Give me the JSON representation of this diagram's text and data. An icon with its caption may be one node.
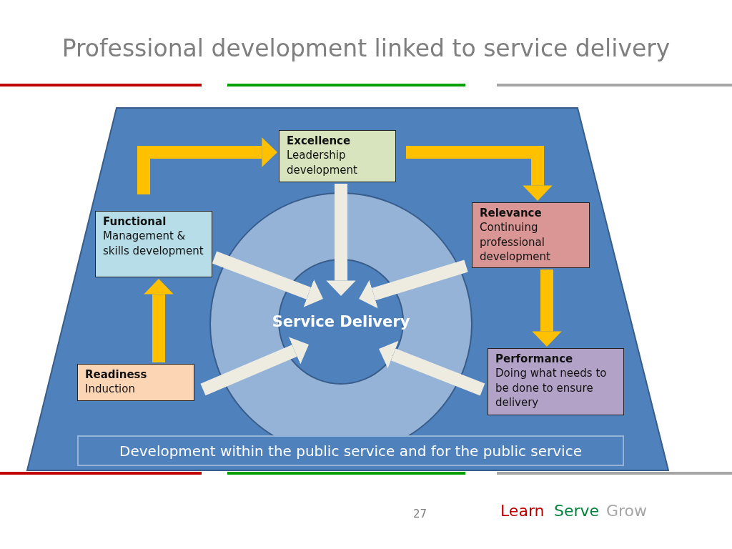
{
  "diagram": {
    "title": "Professional development linked to service delivery",
    "nodes": [
      {
        "text": [
          "Excellence",
          "Leadership development"
        ]
      },
      {
        "text": [
          "Relevance",
          "Continuing professional development"
        ]
      },
      {
        "text": [
          "Performance",
          "Doing what needs to be done to ensure delivery"
        ]
      },
      {
        "text": [
          "Readiness",
          "Induction"
        ]
      },
      {
        "text": [
          "Functional",
          "Management & skills development"
        ]
      },
      {
        "text": [
          "Service Delivery"
        ]
      },
      {
        "text": [
          "Development within the public service and for the public service"
        ]
      }
    ],
    "edges": [
      {
        "from": 4,
        "to": 0,
        "arrow": "to",
        "color": "#ffc000"
      },
      {
        "from": 0,
        "to": 1,
        "arrow": "to",
        "color": "#ffc000"
      },
      {
        "from": 1,
        "to": 2,
        "arrow": "to",
        "color": "#ffc000"
      },
      {
        "from": 3,
        "to": 4,
        "arrow": "to",
        "color": "#ffc000"
      },
      {
        "from": 0,
        "to": 5,
        "arrow": "to"
      },
      {
        "from": 4,
        "to": 5,
        "arrow": "to"
      },
      {
        "from": 1,
        "to": 5,
        "arrow": "to"
      },
      {
        "from": 3,
        "to": 5,
        "arrow": "to"
      },
      {
        "from": 2,
        "to": 5,
        "arrow": "to"
      }
    ],
    "labels": [
      "27",
      "Learn",
      "Serve",
      "Grow"
    ]
  }
}
